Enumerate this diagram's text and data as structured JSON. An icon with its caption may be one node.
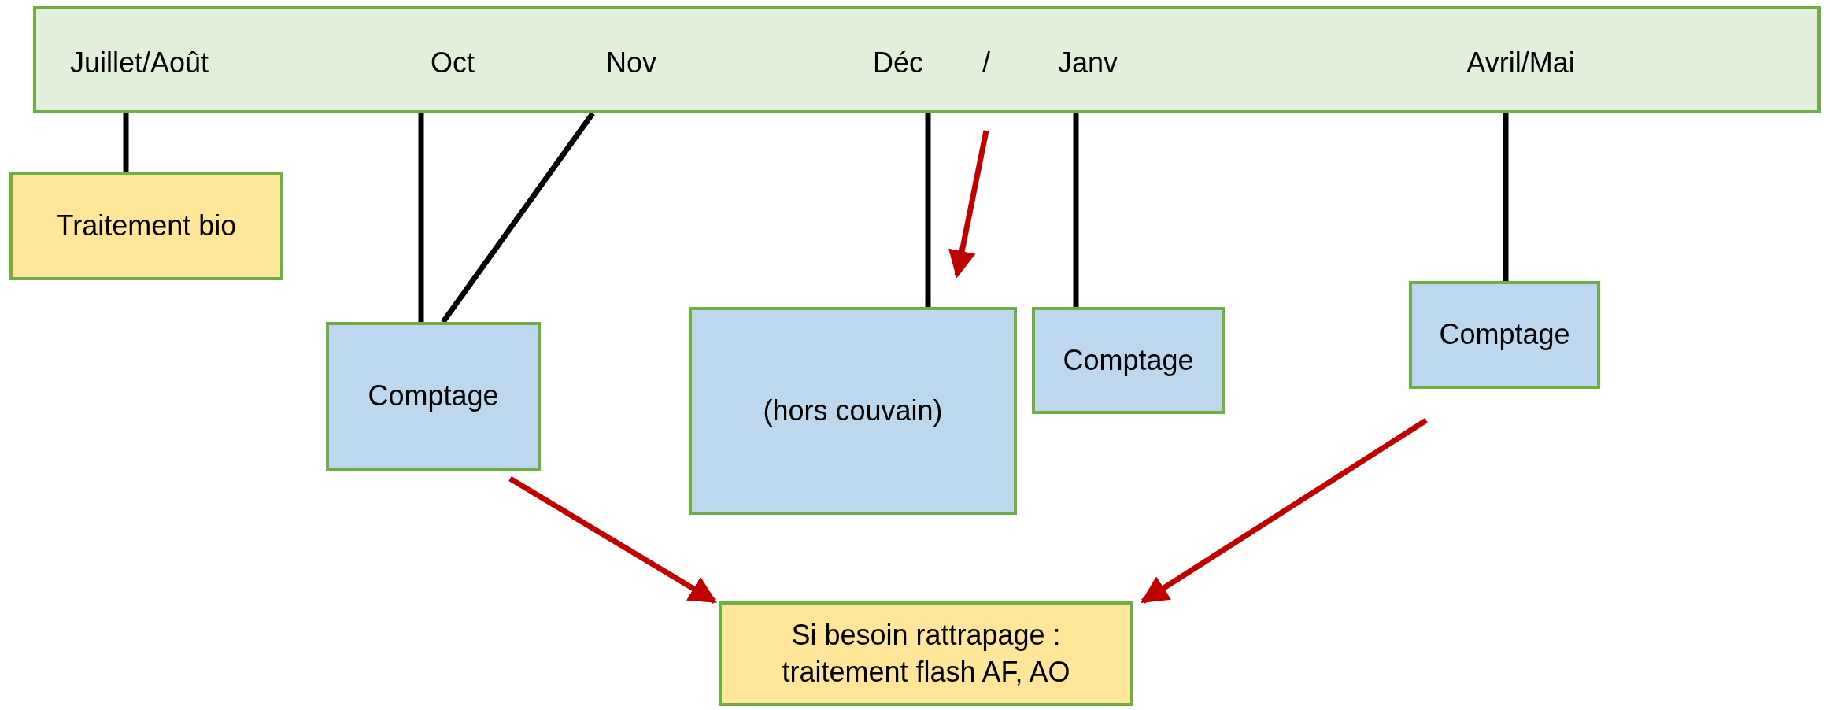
{
  "diagram": {
    "nodes": [
      {
        "text": [
          "Juillet/Août",
          "Oct",
          "Nov",
          "Déc",
          "/",
          "Janv",
          "Avril/Mai"
        ]
      },
      {
        "text": [
          "Traitement bio"
        ]
      },
      {
        "text": [
          "Comptage"
        ]
      },
      {
        "text": [
          "(hors couvain)"
        ]
      },
      {
        "text": [
          "Comptage"
        ]
      },
      {
        "text": [
          "Comptage"
        ]
      },
      {
        "text": [
          "Si besoin rattrapage : traitement flash AF, AO"
        ]
      }
    ],
    "edges": [
      {
        "from": 0,
        "to": 1,
        "arrow": "none"
      },
      {
        "from": 0,
        "to": 2,
        "arrow": "none"
      },
      {
        "from": 0,
        "to": 2,
        "arrow": "none"
      },
      {
        "from": 0,
        "to": 3,
        "arrow": "none"
      },
      {
        "from": 0,
        "to": 4,
        "arrow": "none"
      },
      {
        "from": 0,
        "to": 5,
        "arrow": "none"
      },
      {
        "from": 0,
        "to": 3,
        "arrow": "to",
        "color": "#c00000"
      },
      {
        "from": 2,
        "to": 6,
        "arrow": "to",
        "color": "#c00000"
      },
      {
        "from": 5,
        "to": 6,
        "arrow": "to",
        "color": "#c00000"
      }
    ]
  }
}
